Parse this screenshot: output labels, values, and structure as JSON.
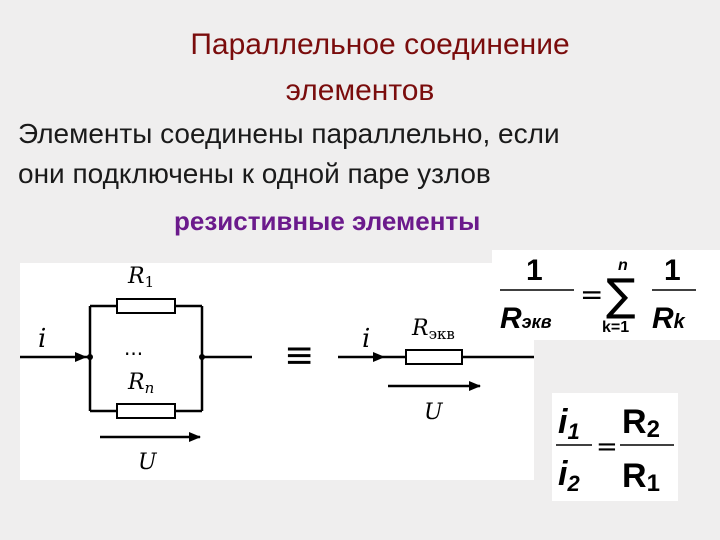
{
  "title": {
    "line1": "Параллельное соединение",
    "line2": "элементов"
  },
  "body": {
    "line1": "Элементы соединены параллельно, если",
    "line2": "они подключены к одной паре узлов"
  },
  "subheading": "резистивные элементы",
  "circuit": {
    "r1_label": "R",
    "r1_sub": "1",
    "rn_label": "R",
    "rn_sub": "n",
    "current_left": "i",
    "voltage_left": "U",
    "dots": "···",
    "equiv_sign": "≡",
    "current_right": "i",
    "req_label": "R",
    "req_sub": "экв",
    "voltage_right": "U"
  },
  "formula_sum": {
    "num_left": "1",
    "den_left": "R",
    "den_left_sub": "экв",
    "equals": "=",
    "sigma_top": "n",
    "sigma": "∑",
    "sigma_bottom": "k=1",
    "num_right": "1",
    "den_right": "R",
    "den_right_sub": "k"
  },
  "formula_ratio": {
    "num_left": "i",
    "num_left_sub": "1",
    "den_left": "i",
    "den_left_sub": "2",
    "equals": "=",
    "num_right": "R",
    "num_right_sub": "2",
    "den_right": "R",
    "den_right_sub": "1"
  }
}
